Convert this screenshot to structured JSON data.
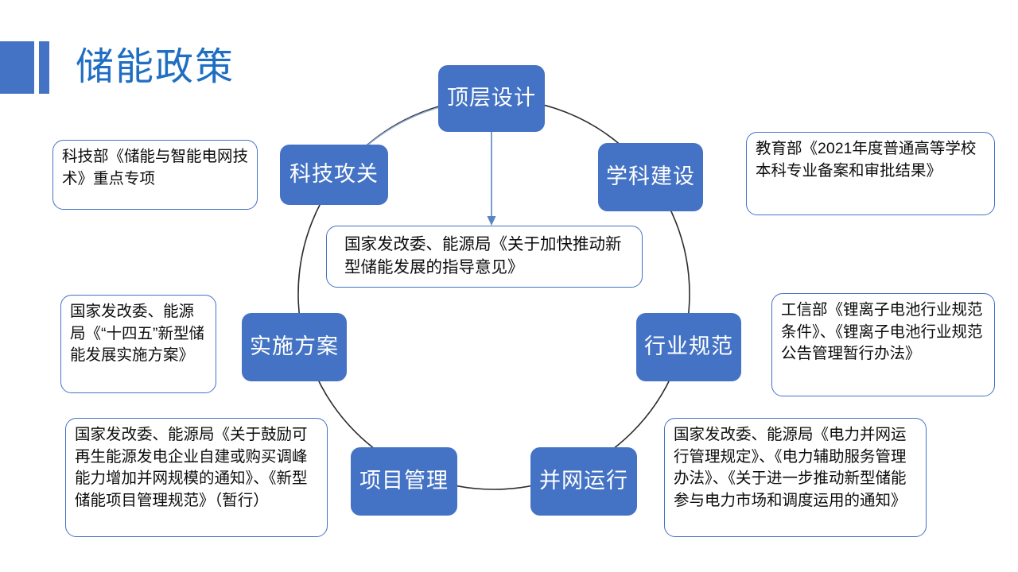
{
  "slide": {
    "title": "储能政策",
    "accent_color": "#4472C4",
    "title_color": "#1f6ec4",
    "background": "#ffffff"
  },
  "diagram": {
    "type": "cycle",
    "nodes": [
      {
        "id": "top-design",
        "label": "顶层设计",
        "position": "top"
      },
      {
        "id": "tech",
        "label": "科技攻关",
        "position": "upper-left"
      },
      {
        "id": "discipline",
        "label": "学科建设",
        "position": "upper-right"
      },
      {
        "id": "implement",
        "label": "实施方案",
        "position": "left"
      },
      {
        "id": "standard",
        "label": "行业规范",
        "position": "right"
      },
      {
        "id": "project",
        "label": "项目管理",
        "position": "lower-left"
      },
      {
        "id": "gridconnect",
        "label": "并网运行",
        "position": "lower-right"
      }
    ],
    "callouts": [
      {
        "id": "tech",
        "text": "科技部《储能与智能电网技术》重点专项"
      },
      {
        "id": "discipline",
        "text": "教育部《2021年度普通高等学校本科专业备案和审批结果》"
      },
      {
        "id": "top-design",
        "text": "国家发改委、能源局《关于加快推动新型储能发展的指导意见》"
      },
      {
        "id": "implement",
        "text": "国家发改委、能源局《“十四五”新型储能发展实施方案》"
      },
      {
        "id": "standard",
        "text": "工信部《锂离子电池行业规范条件》、《锂离子电池行业规范公告管理暂行办法》"
      },
      {
        "id": "project",
        "text": "国家发改委、能源局《关于鼓励可再生能源发电企业自建或购买调峰能力增加并网规模的通知》、《新型储能项目管理规范》（暂行）"
      },
      {
        "id": "gridconnect",
        "text": "国家发改委、能源局《电力并网运行管理规定》、《电力辅助服务管理办法》、《关于进一步推动新型储能参与电力市场和调度运用的通知》"
      }
    ]
  }
}
